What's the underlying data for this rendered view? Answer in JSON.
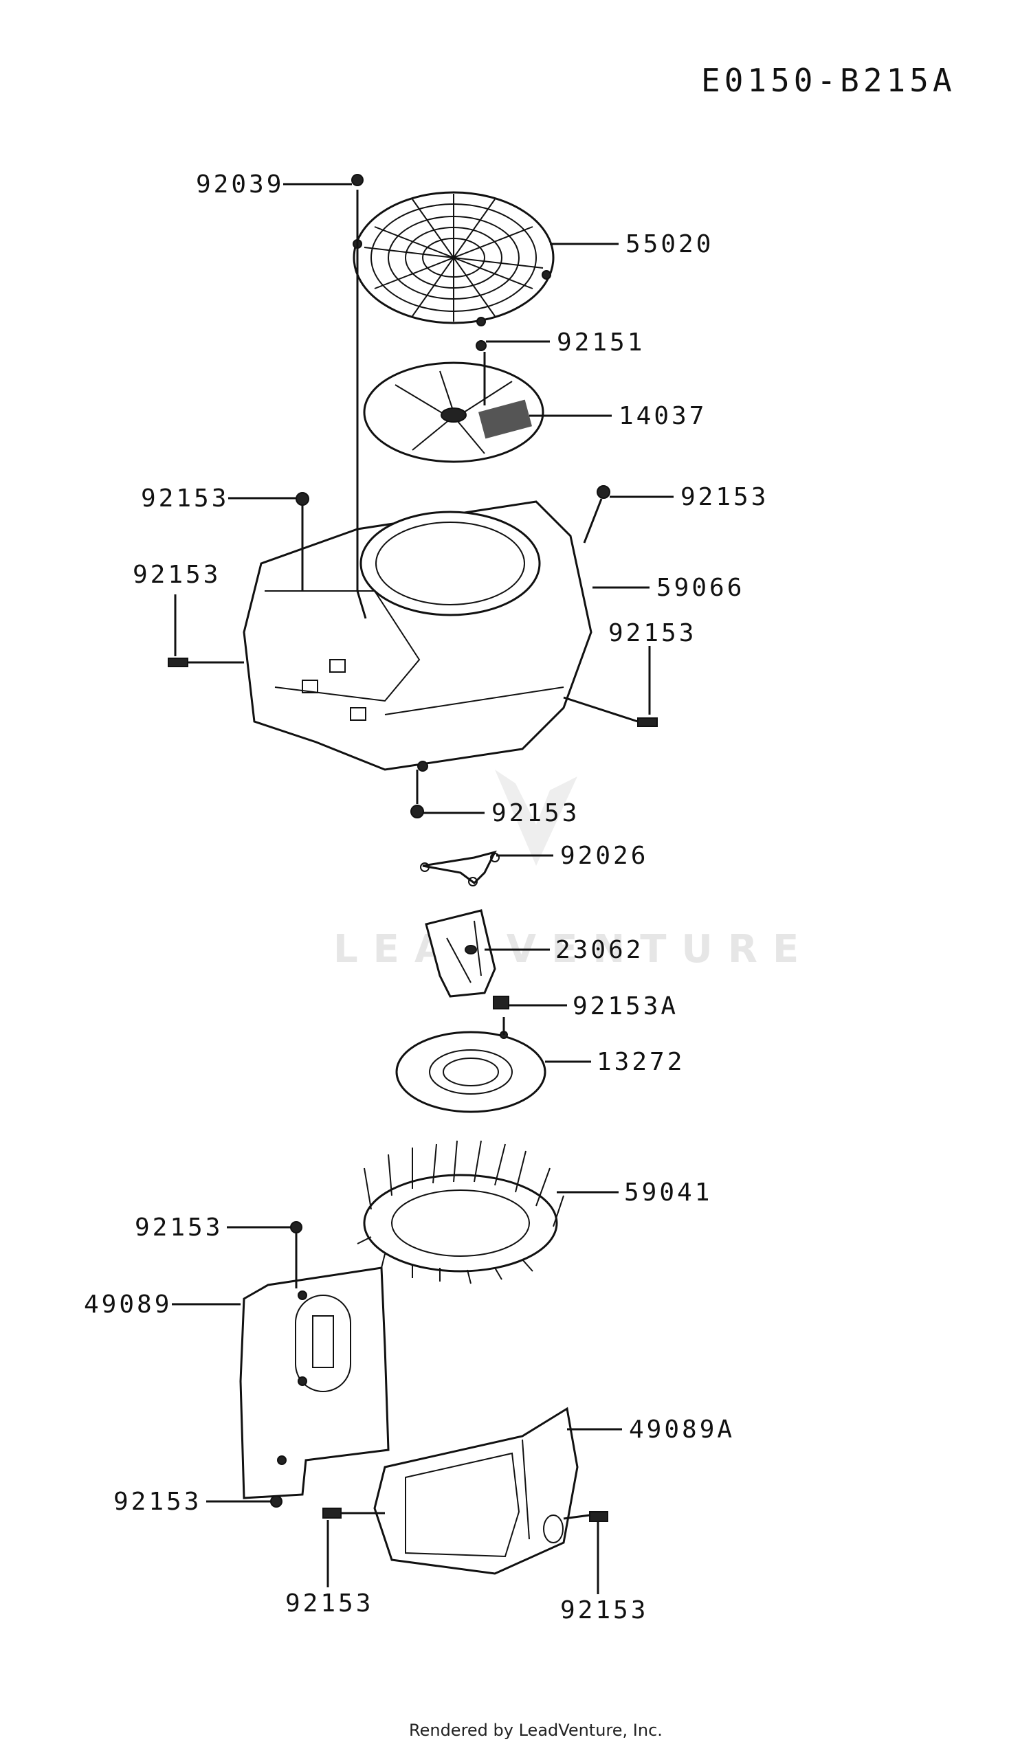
{
  "diagram_code": "E0150-B215A",
  "watermark": "LEADVENTURE",
  "footer": "Rendered by LeadVenture, Inc.",
  "callouts": [
    {
      "id": "c1",
      "text": "92039"
    },
    {
      "id": "c2",
      "text": "55020"
    },
    {
      "id": "c3",
      "text": "92151"
    },
    {
      "id": "c4",
      "text": "14037"
    },
    {
      "id": "c5",
      "text": "92153"
    },
    {
      "id": "c6",
      "text": "92153"
    },
    {
      "id": "c7",
      "text": "92153"
    },
    {
      "id": "c8",
      "text": "59066"
    },
    {
      "id": "c9",
      "text": "92153"
    },
    {
      "id": "c10",
      "text": "92153"
    },
    {
      "id": "c11",
      "text": "92026"
    },
    {
      "id": "c12",
      "text": "23062"
    },
    {
      "id": "c13",
      "text": "92153A"
    },
    {
      "id": "c14",
      "text": "13272"
    },
    {
      "id": "c15",
      "text": "59041"
    },
    {
      "id": "c16",
      "text": "92153"
    },
    {
      "id": "c17",
      "text": "49089"
    },
    {
      "id": "c18",
      "text": "49089A"
    },
    {
      "id": "c19",
      "text": "92153"
    },
    {
      "id": "c20",
      "text": "92153"
    },
    {
      "id": "c21",
      "text": "92153"
    }
  ]
}
